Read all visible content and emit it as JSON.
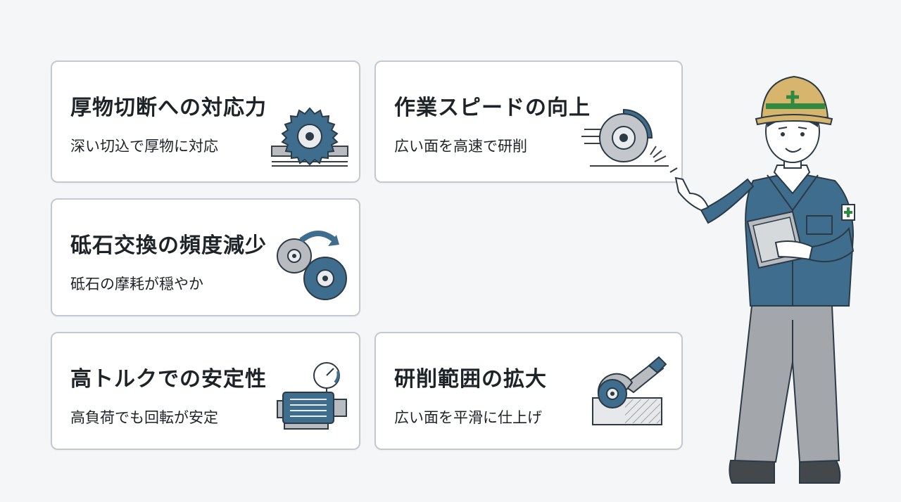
{
  "cards": [
    {
      "title": "厚物切断への対応力",
      "subtitle": "深い切込で厚物に対応",
      "icon": "circular-saw-icon"
    },
    {
      "title": "作業スピードの向上",
      "subtitle": "広い面を高速で研削",
      "icon": "spinning-disc-icon"
    },
    {
      "title": "砥石交換の頻度減少",
      "subtitle": "砥石の摩耗が穏やか",
      "icon": "disc-swap-icon"
    },
    {
      "title": "高トルクでの安定性",
      "subtitle": "高負荷でも回転が安定",
      "icon": "motor-gauge-icon"
    },
    {
      "title": "研削範囲の拡大",
      "subtitle": "広い面を平滑に仕上げ",
      "icon": "angle-grinder-icon"
    }
  ],
  "colors": {
    "accent_blue": "#3f6d8e",
    "helmet": "#d7b56d",
    "cross": "#2f8a3f",
    "pants": "#a3a7ab"
  }
}
